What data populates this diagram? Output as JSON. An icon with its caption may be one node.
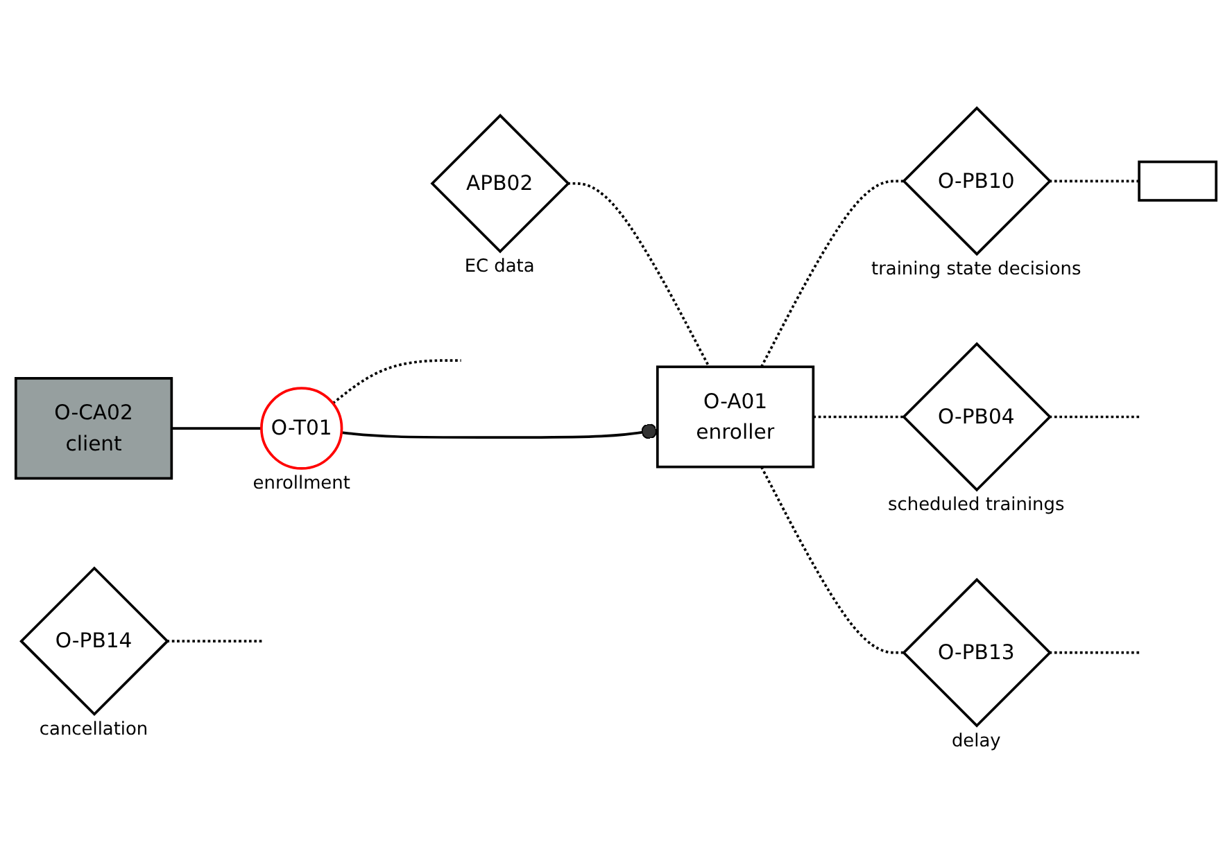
{
  "diagram": {
    "nodes": [
      {
        "text": [
          "APB02"
        ],
        "beside": [
          "EC data"
        ]
      },
      {
        "text": [
          "O-CA02",
          "client"
        ]
      },
      {
        "text": [
          "O-T01"
        ],
        "beside": [
          "enrollment"
        ]
      },
      {
        "text": [
          "O-A01",
          "enroller"
        ]
      },
      {
        "text": [
          "O-PB10"
        ],
        "beside": [
          "training state decisions"
        ]
      },
      {
        "text": [
          "O-PB04"
        ],
        "beside": [
          "scheduled trainings"
        ]
      },
      {
        "text": [
          "O-PB13"
        ],
        "beside": [
          "delay"
        ]
      },
      {
        "text": [
          "O-PB14"
        ],
        "beside": [
          "cancellation"
        ]
      },
      {
        "text": [],
        "shape": "box"
      }
    ],
    "edges": [
      {
        "from": 0,
        "to": 3,
        "arrow": "none",
        "style": "dashed"
      },
      {
        "from": 1,
        "to": 2,
        "arrow": "none"
      },
      {
        "from": 2,
        "to": 3,
        "arrow": "other"
      },
      {
        "from": 3,
        "to": 4,
        "arrow": "none",
        "style": "dashed"
      },
      {
        "from": 3,
        "to": 5,
        "arrow": "none",
        "style": "dashed"
      },
      {
        "from": 3,
        "to": 6,
        "arrow": "none",
        "style": "dashed"
      },
      {
        "from": 4,
        "to": 8,
        "arrow": "none",
        "style": "dashed"
      },
      {
        "from": 2,
        "to": null,
        "arrow": "none",
        "style": "dashed"
      },
      {
        "from": 5,
        "to": null,
        "arrow": "none",
        "style": "dashed"
      },
      {
        "from": 6,
        "to": null,
        "arrow": "none",
        "style": "dashed"
      },
      {
        "from": 7,
        "to": null,
        "arrow": "none",
        "style": "dashed"
      }
    ]
  }
}
